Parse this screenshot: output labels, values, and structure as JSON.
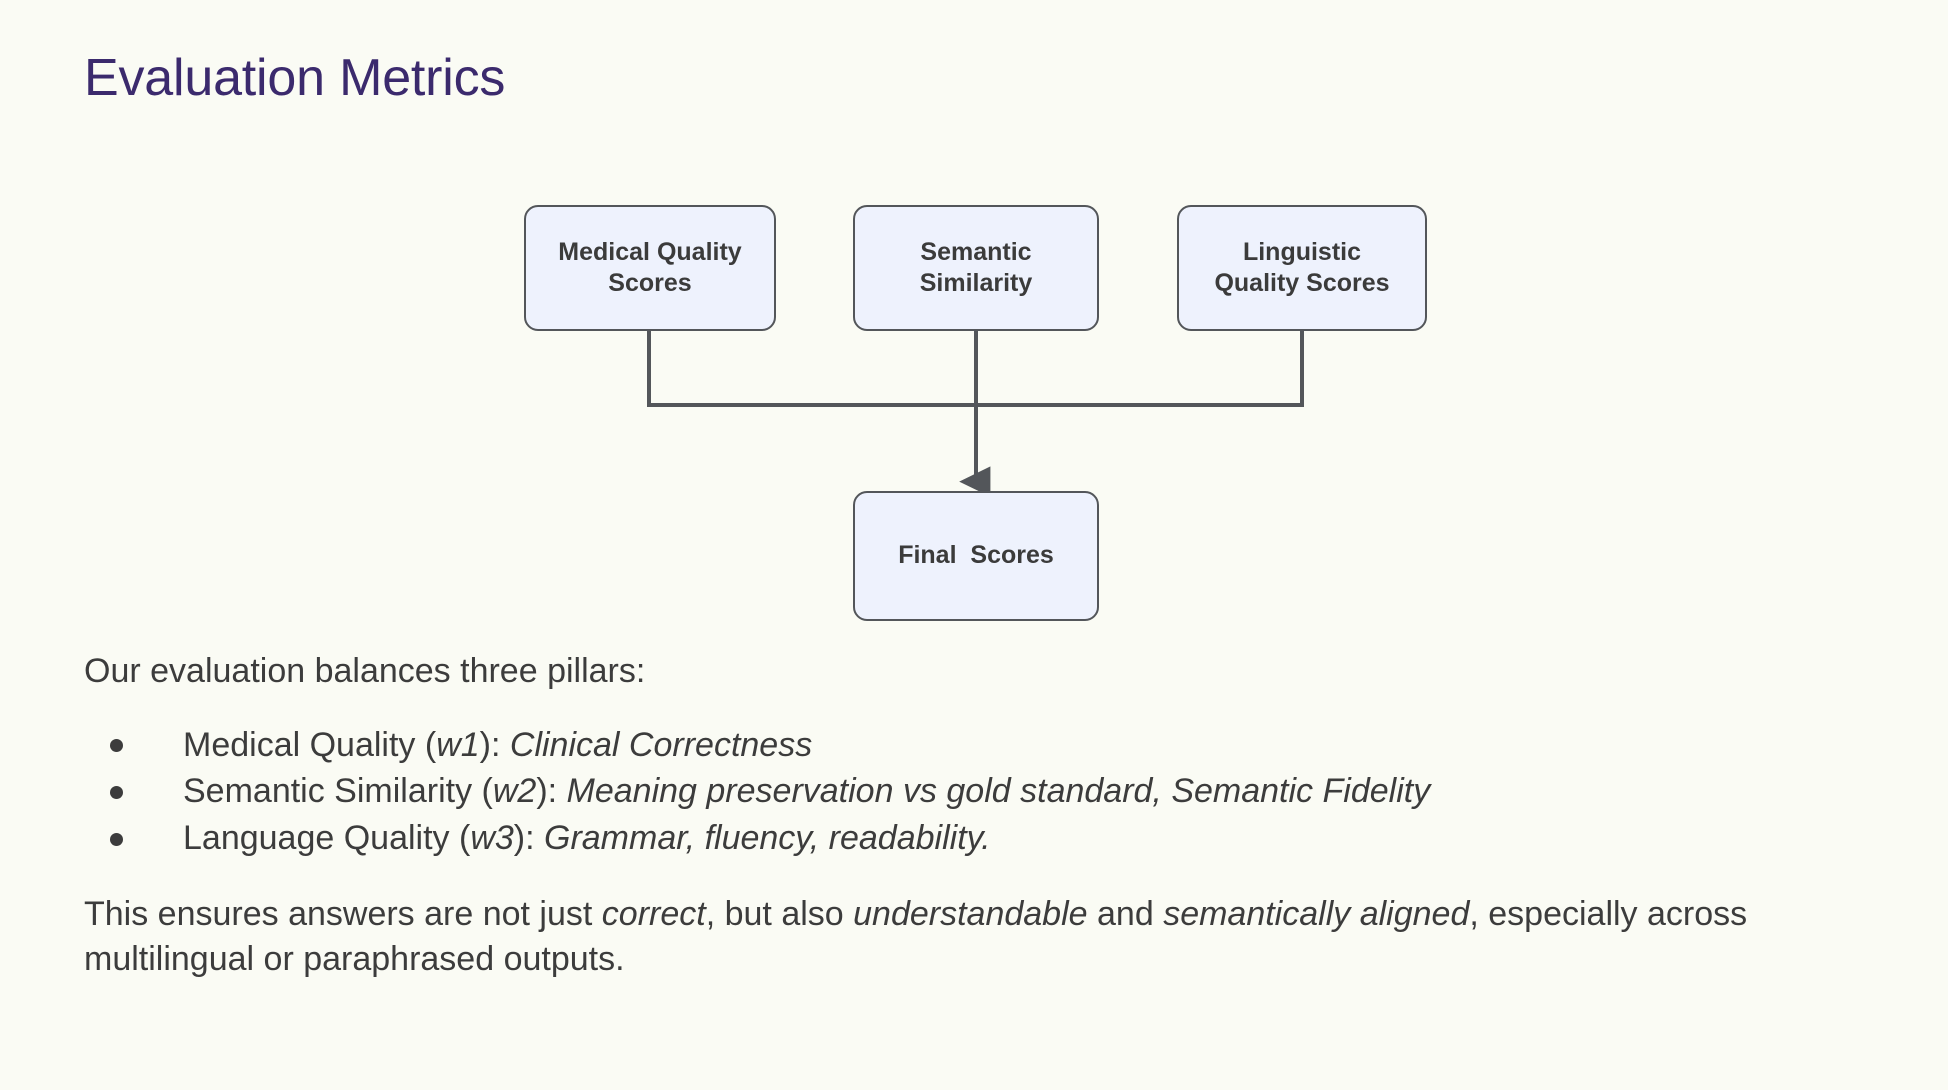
{
  "slide": {
    "title": "Evaluation Metrics",
    "title_color": "#3b2a6d",
    "background_color": "#fafbf4"
  },
  "diagram": {
    "node_fill": "#eef2fd",
    "node_border": "#53565a",
    "connector_color": "#53565a",
    "nodes": [
      {
        "id": "medical",
        "label": "Medical Quality\nScores"
      },
      {
        "id": "semantic",
        "label": "Semantic\nSimilarity"
      },
      {
        "id": "linguistic",
        "label": "Linguistic\nQuality Scores"
      },
      {
        "id": "final",
        "label": "Final  Scores"
      }
    ],
    "edges": [
      {
        "from": "medical",
        "to": "final"
      },
      {
        "from": "semantic",
        "to": "final"
      },
      {
        "from": "linguistic",
        "to": "final"
      }
    ]
  },
  "content": {
    "lead": "Our evaluation balances three pillars:",
    "pillars": [
      {
        "term": "Medical Quality (",
        "weight": "w1",
        "term_end": "): ",
        "description": "Clinical Correctness"
      },
      {
        "term": "Semantic Similarity (",
        "weight": "w2",
        "term_end": "): ",
        "description": "Meaning preservation vs gold standard, Semantic Fidelity"
      },
      {
        "term": "Language Quality (",
        "weight": "w3",
        "term_end": "): ",
        "description": "Grammar, fluency, readability."
      }
    ],
    "closing": {
      "part1": "This ensures answers are not just ",
      "em1": "correct",
      "part2": ", but also ",
      "em2": "understandable",
      "part3": " and ",
      "em3": "semantically aligned",
      "part4": ", especially across multilingual or paraphrased outputs."
    }
  }
}
